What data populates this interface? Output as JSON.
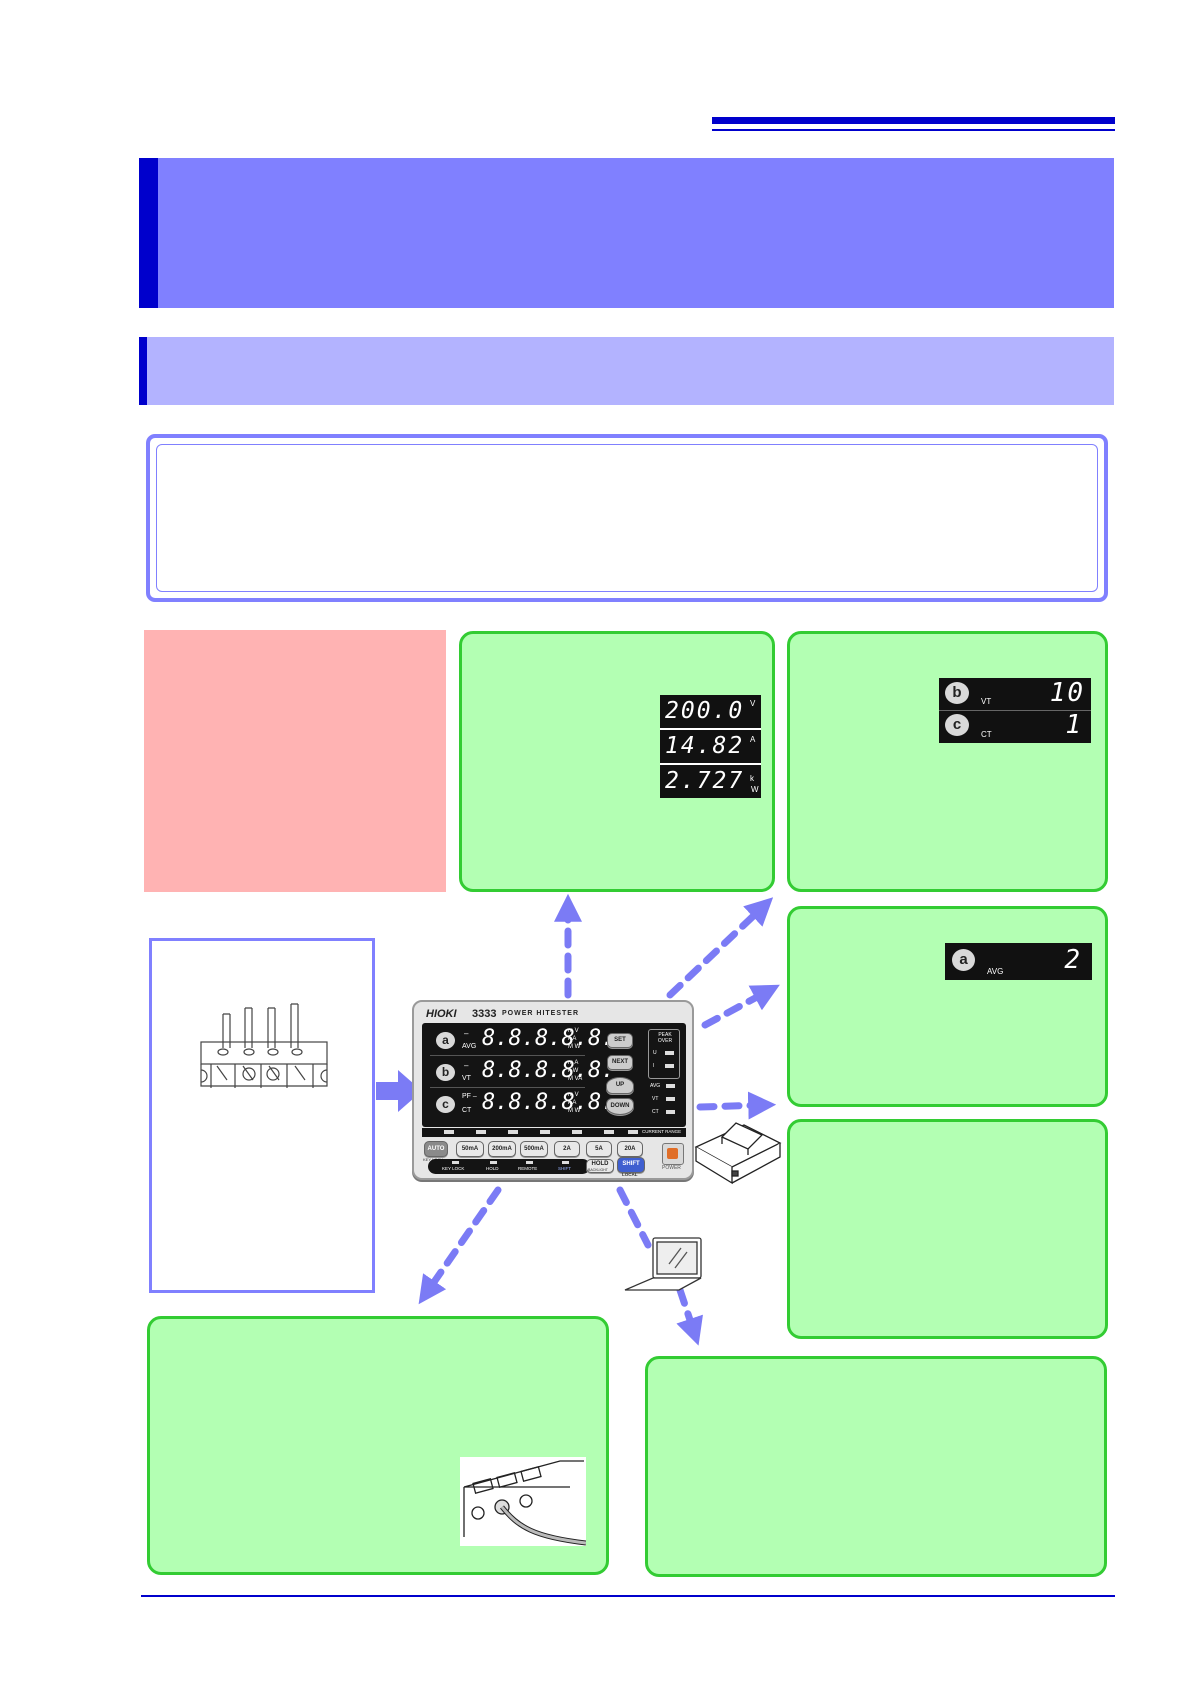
{
  "display_top": {
    "readings": [
      "200.0",
      "14.82",
      "2.727"
    ],
    "units": [
      "V",
      "A",
      "k",
      "W"
    ]
  },
  "display_scaling": {
    "rows": [
      {
        "ch": "b",
        "sub": "VT",
        "value": "10"
      },
      {
        "ch": "c",
        "sub": "CT",
        "value": "1"
      }
    ]
  },
  "display_average": {
    "ch": "a",
    "sub": "AVG",
    "value": "2"
  },
  "instrument": {
    "brand": "HIOKI",
    "model": "3333",
    "name": "POWER HITESTER",
    "rows": [
      {
        "ch": "a",
        "sub": "AVG",
        "prefix": "–",
        "digits": "8.8.8.8.8.",
        "units": [
          "m V",
          "k A",
          "M W"
        ]
      },
      {
        "ch": "b",
        "sub": "VT",
        "prefix": "–",
        "digits": "8.8.8.8.8.",
        "units": [
          "m A",
          "k W",
          "M VA"
        ]
      },
      {
        "ch": "c",
        "sub": "CT",
        "prefix": "PF –",
        "digits": "8.8.8.8.8.",
        "units": [
          "m V",
          "k A",
          "M W"
        ]
      }
    ],
    "keys": {
      "set": "SET",
      "next": "NEXT",
      "up": "UP",
      "down": "DOWN"
    },
    "peak_over": "PEAK OVER",
    "peak_items": [
      "U",
      "I"
    ],
    "status_items": [
      "AVG",
      "VT",
      "CT"
    ],
    "current_range": "CURRENT RANGE",
    "range_buttons": [
      "AUTO",
      "50mA",
      "200mA",
      "500mA",
      "2A",
      "5A",
      "20A"
    ],
    "auto_sub": "KEY LOCK",
    "indicators": [
      "KEY LOCK",
      "HOLD",
      "REMOTE",
      "SHIFT"
    ],
    "hold": "HOLD",
    "hold_sub": "BACKLIGHT",
    "shift": "SHIFT",
    "local": "LOCAL",
    "power": "POWER"
  },
  "colors": {
    "banner": "#8080ff",
    "subheader": "#b3b3ff",
    "accent": "#0000cc",
    "green_fill": "#b3ffb3",
    "green_border": "#33cc33",
    "pink": "#ffb3b3",
    "arrow": "#7b7bf5"
  }
}
